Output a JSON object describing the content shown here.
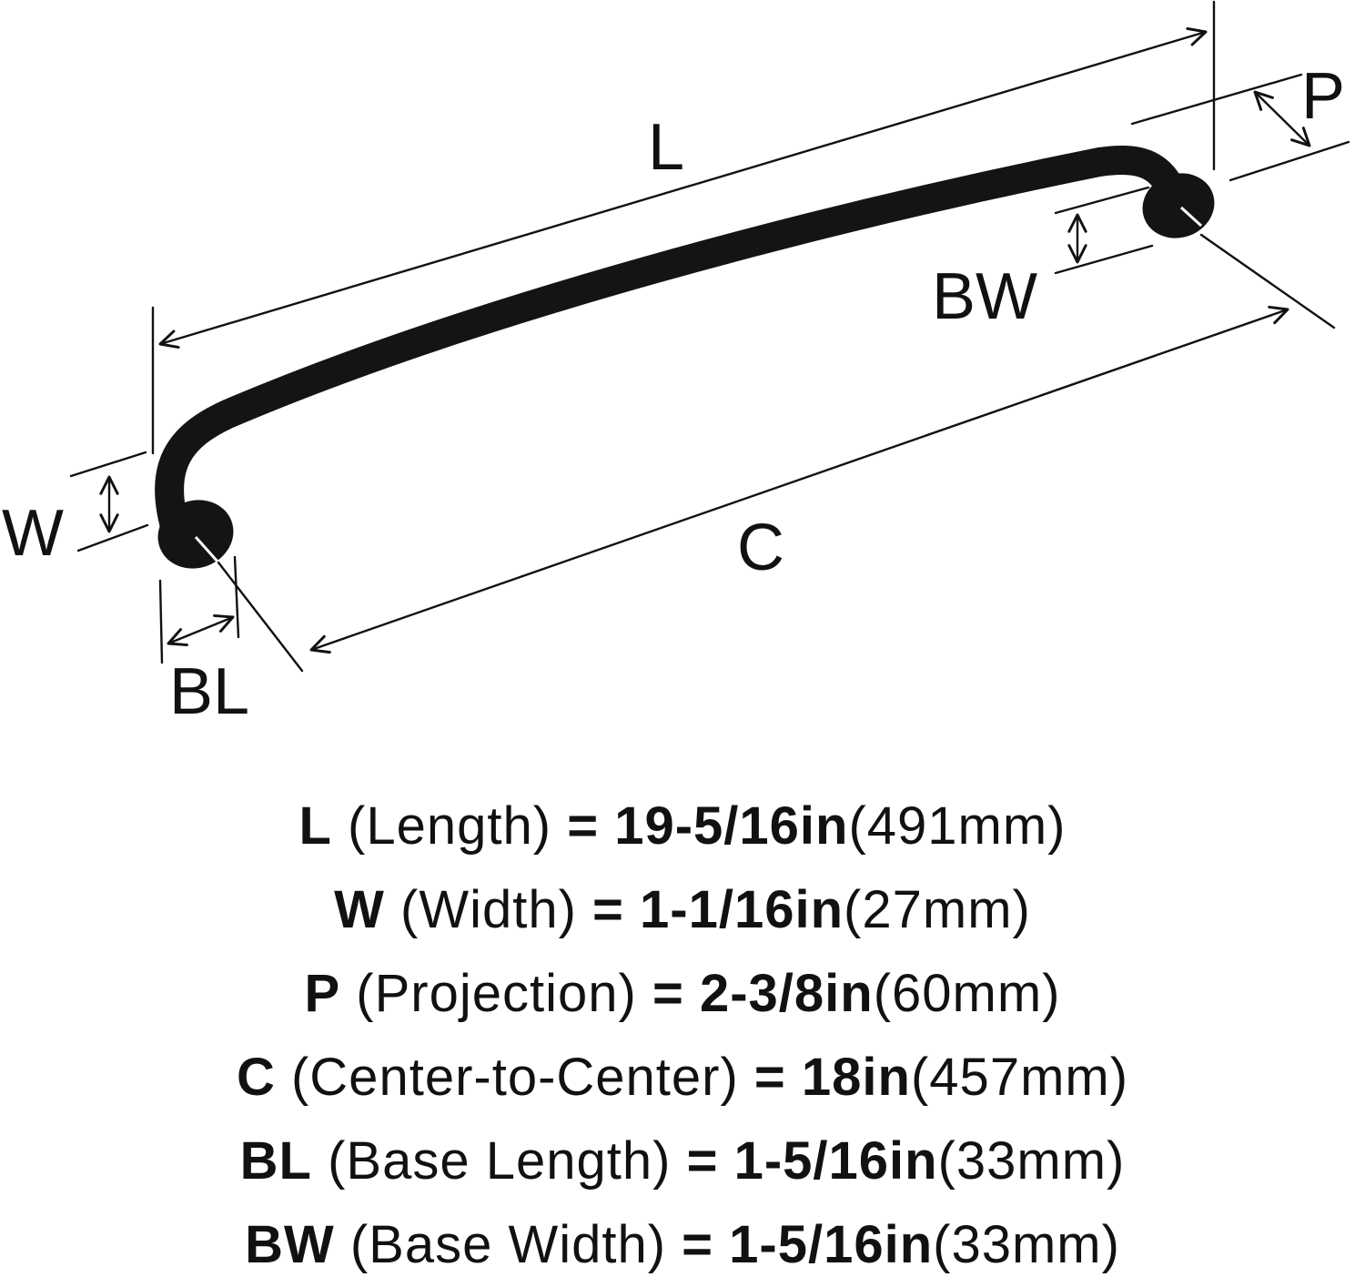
{
  "diagram": {
    "labels": {
      "L": "L",
      "P": "P",
      "BW": "BW",
      "W": "W",
      "C": "C",
      "BL": "BL"
    }
  },
  "specs": [
    {
      "abbr": "L",
      "name": "(Length)",
      "eq": "=",
      "imperial": "19-5/16in",
      "metric": "(491mm)"
    },
    {
      "abbr": "W",
      "name": "(Width)",
      "eq": "=",
      "imperial": "1-1/16in",
      "metric": "(27mm)"
    },
    {
      "abbr": "P",
      "name": "(Projection)",
      "eq": "=",
      "imperial": "2-3/8in",
      "metric": "(60mm)"
    },
    {
      "abbr": "C",
      "name": "(Center-to-Center)",
      "eq": "=",
      "imperial": "18in",
      "metric": "(457mm)"
    },
    {
      "abbr": "BL",
      "name": "(Base Length)",
      "eq": "=",
      "imperial": "1-5/16in",
      "metric": "(33mm)"
    },
    {
      "abbr": "BW",
      "name": "(Base Width)",
      "eq": "=",
      "imperial": "1-5/16in",
      "metric": "(33mm)"
    }
  ]
}
